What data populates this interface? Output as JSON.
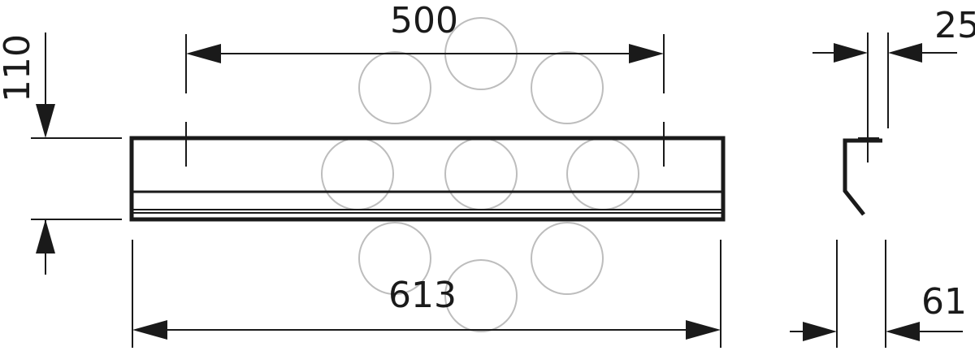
{
  "dimensions": {
    "mounting_distance": "500",
    "overall_length": "613",
    "height": "110",
    "bracket_offset": "25",
    "depth": "61"
  },
  "colors": {
    "line": "#1a1a1a",
    "watermark": "#bdbdbd",
    "background": "#ffffff"
  }
}
